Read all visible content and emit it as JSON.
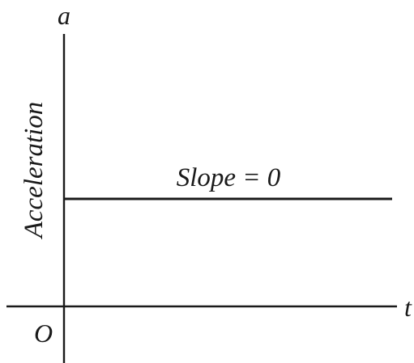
{
  "diagram": {
    "y_axis_symbol": "a",
    "x_axis_symbol": "t",
    "origin_label": "O",
    "y_axis_label": "Acceleration",
    "line_annotation": "Slope = 0",
    "colors": {
      "ink": "#1a1a1a",
      "background": "#ffffff"
    }
  }
}
